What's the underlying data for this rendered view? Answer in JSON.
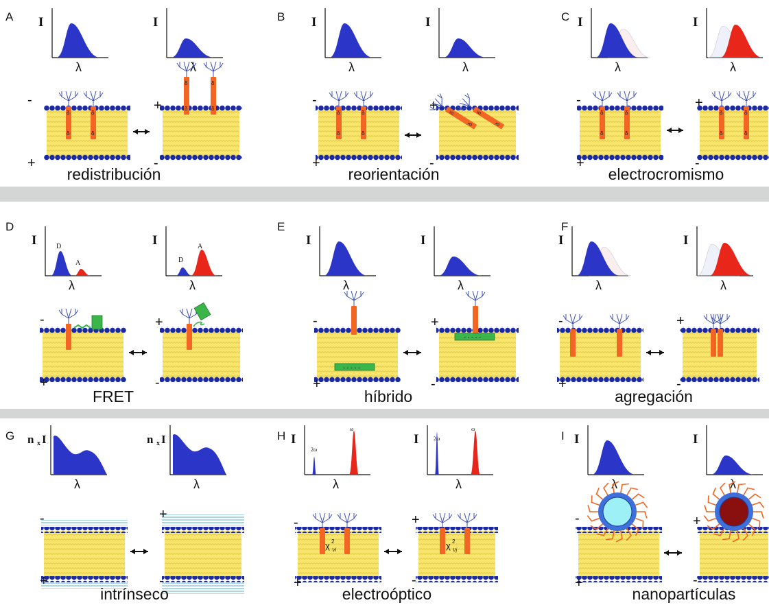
{
  "axis": {
    "intensity": "I",
    "wavelength": "λ",
    "refractive_prefix": "n",
    "refractive_sub": "x"
  },
  "signs": {
    "minus": "-",
    "plus": "+"
  },
  "colors": {
    "blue": "#2b36c9",
    "red": "#e8261a",
    "orange": "#f26522",
    "green": "#39b54a",
    "lipid": "#f7e56e",
    "head": "#1b2aa3",
    "divider": "#d3d6d4"
  },
  "panels": [
    {
      "letter": "A",
      "label": "redistribución"
    },
    {
      "letter": "B",
      "label": "reorientación"
    },
    {
      "letter": "C",
      "label": "electrocromismo"
    },
    {
      "letter": "D",
      "label": "FRET",
      "peak_labels": [
        "D",
        "A"
      ]
    },
    {
      "letter": "E",
      "label": "híbrido"
    },
    {
      "letter": "F",
      "label": "agregación"
    },
    {
      "letter": "G",
      "label": "intrínseco"
    },
    {
      "letter": "H",
      "label": "electroóptico",
      "peak_labels": [
        "2ω",
        "ω"
      ],
      "chi": "χ",
      "chi_sup": "2",
      "chi_subs": [
        "Vi",
        "Vj"
      ]
    },
    {
      "letter": "I",
      "label": "nanopartículas"
    }
  ]
}
